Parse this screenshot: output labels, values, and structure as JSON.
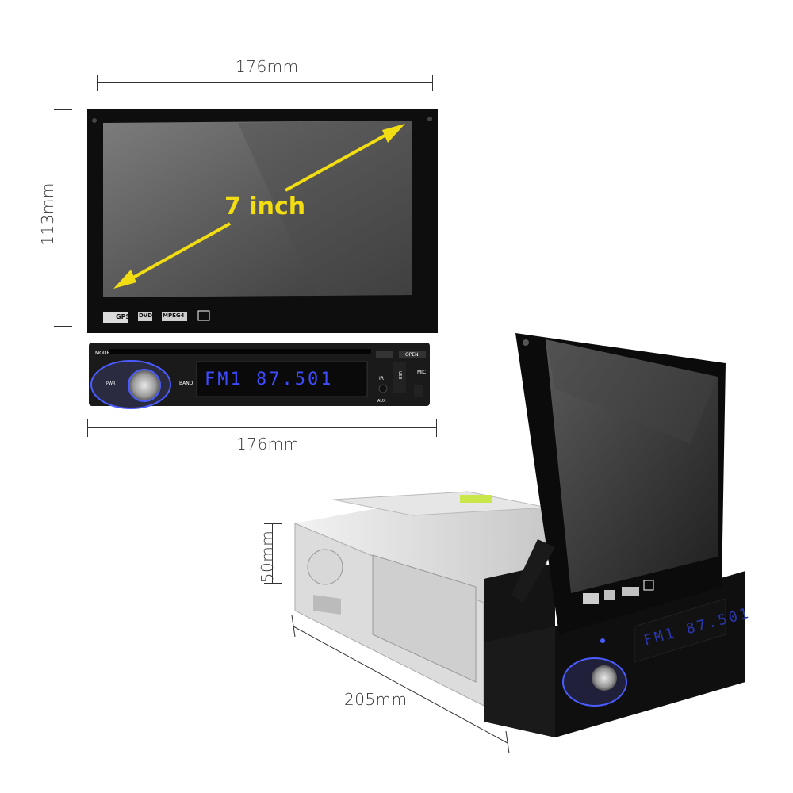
{
  "dimensions": {
    "top_width": "176mm",
    "height": "113mm",
    "bottom_width": "176mm",
    "depth_height": "50mm",
    "length": "205mm"
  },
  "screen": {
    "diagonal_label": "7 inch"
  },
  "front_panel": {
    "logo_gps": "GPS",
    "logo_dvd": "DVD",
    "logo_mpeg4": "MPEG4",
    "display_text": "FM1  87.501",
    "button_mode": "MODE",
    "button_open": "OPEN",
    "button_band": "BAND",
    "button_pwr": "PWR",
    "label_usb": "USB",
    "label_mic": "MIC",
    "label_ir": "IR",
    "label_aux": "AUX"
  },
  "colors": {
    "annotation": "#333333",
    "arrow": "#f2dc12",
    "device_body": "#111111",
    "accent_led": "#4a5cff"
  }
}
